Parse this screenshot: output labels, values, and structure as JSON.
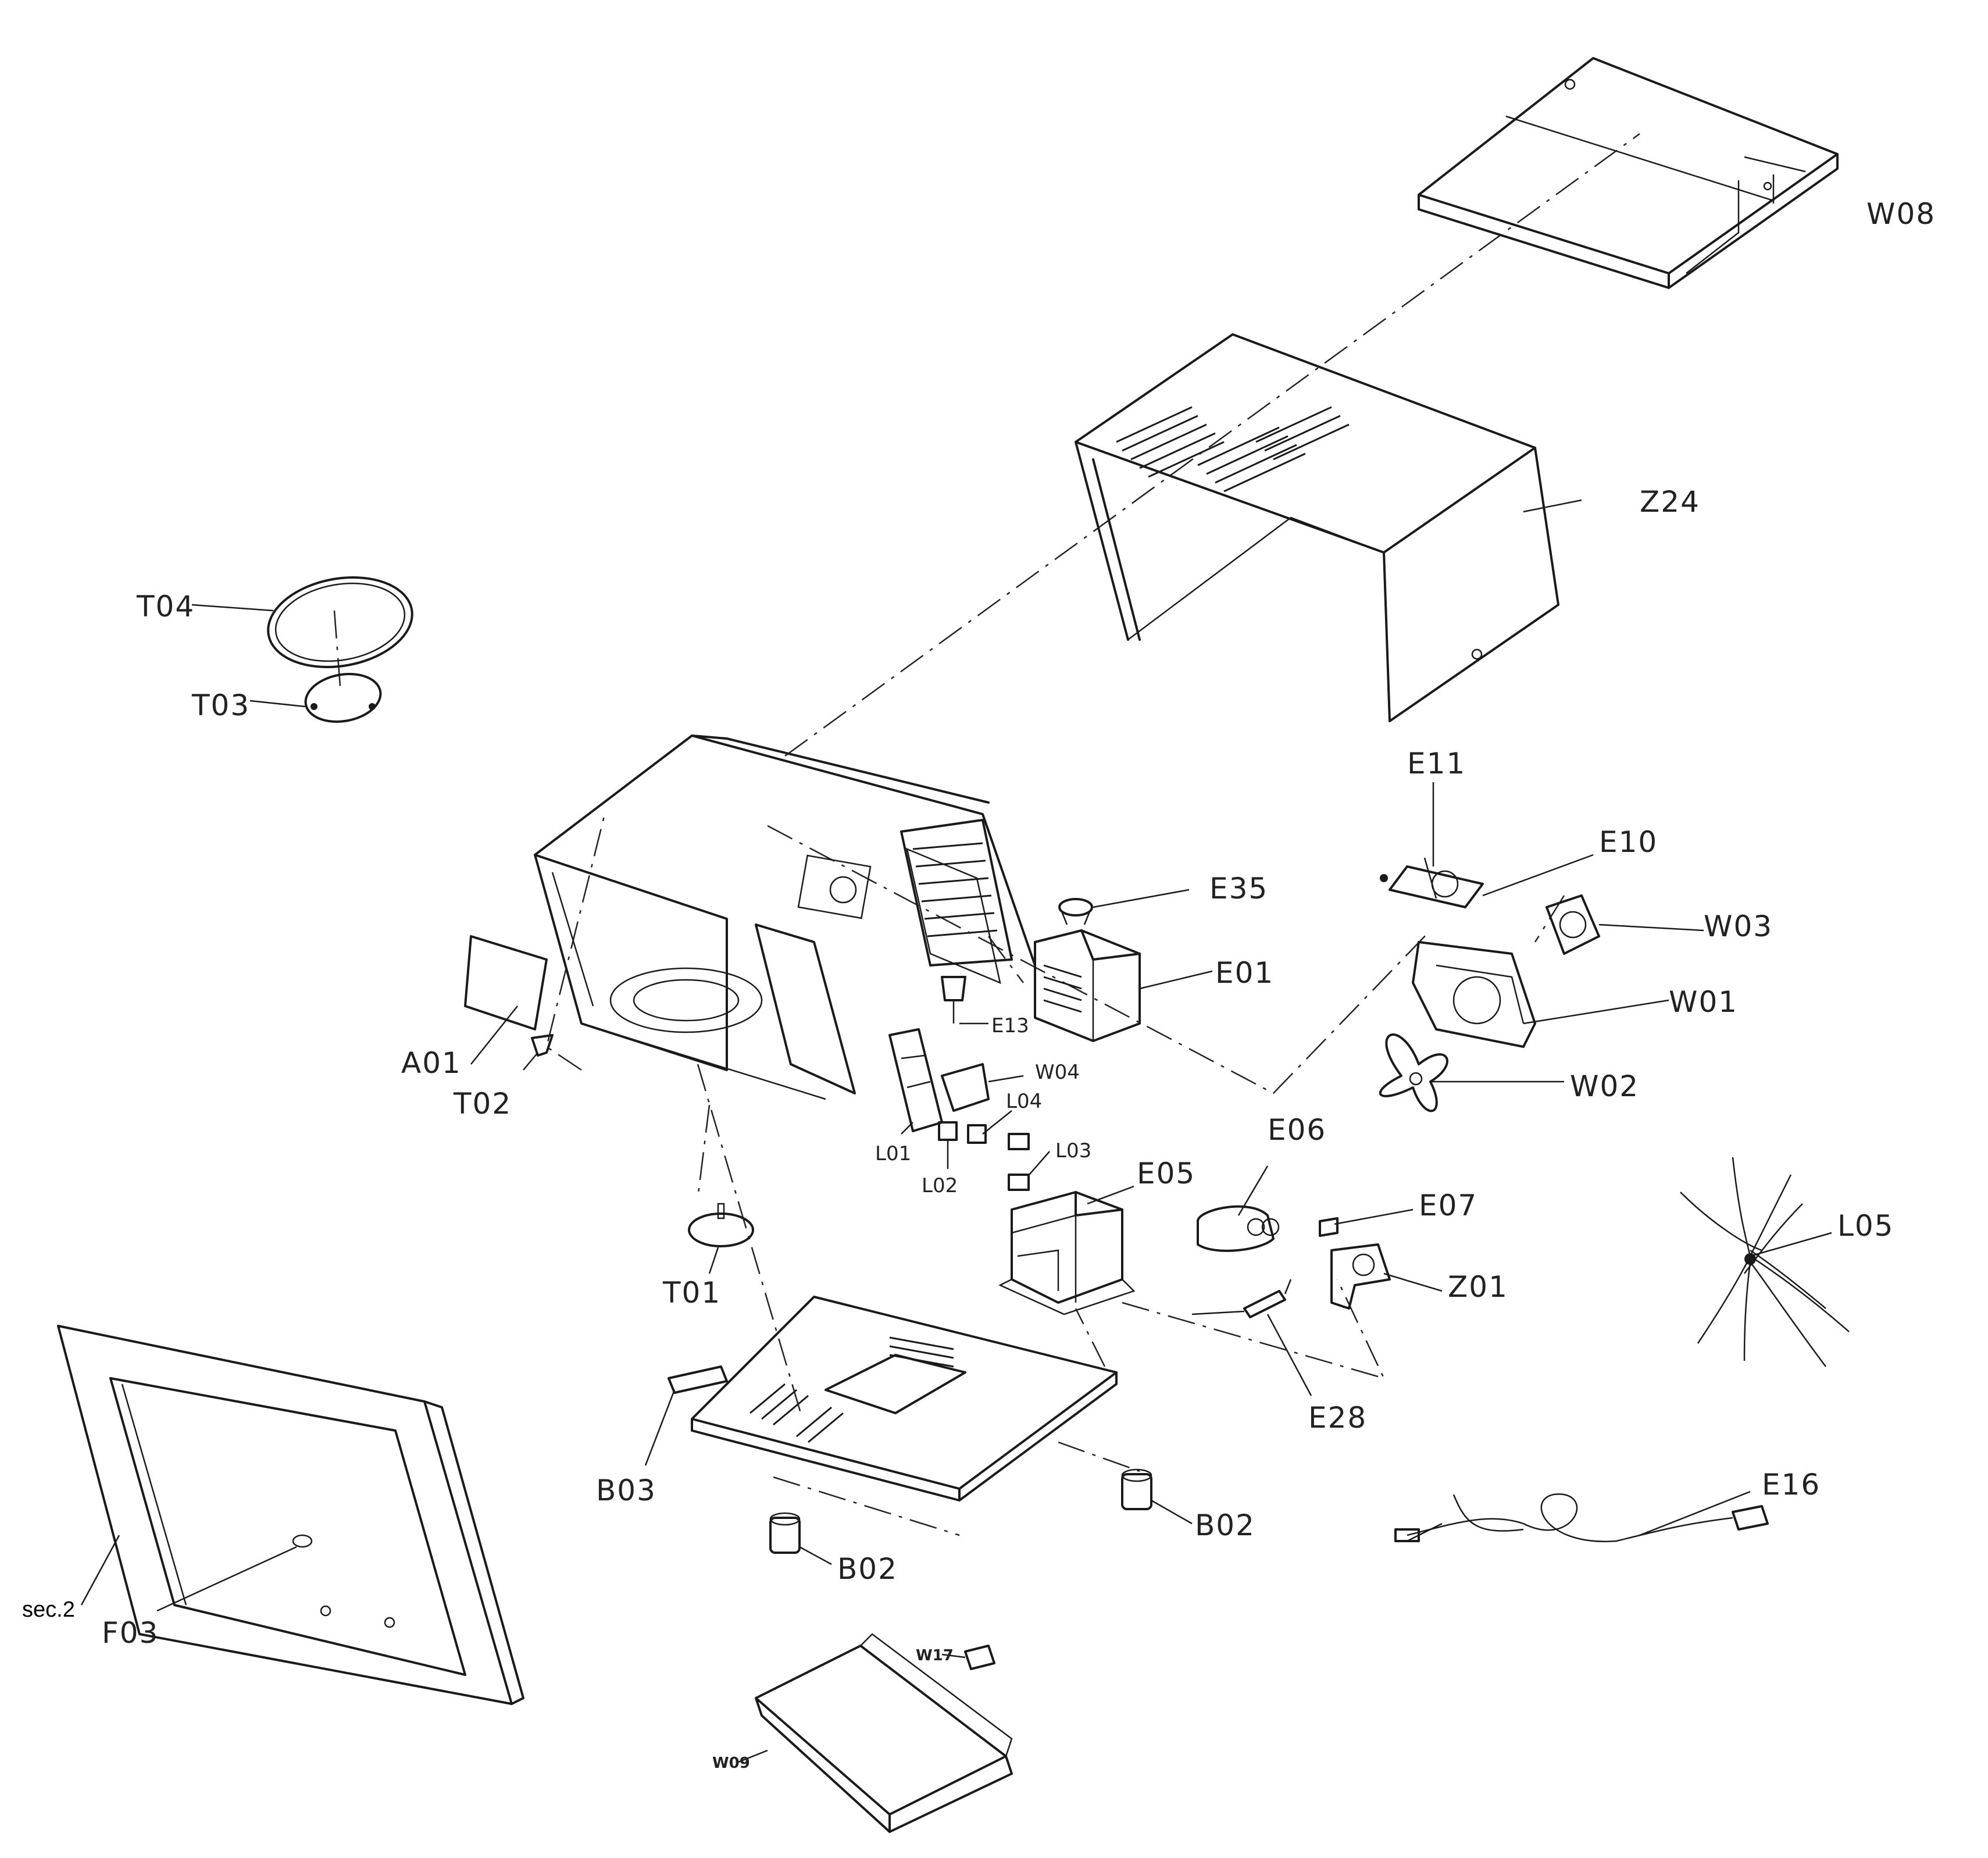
{
  "diagram": {
    "section_label": "sec.2",
    "parts": {
      "W08": "W08",
      "Z24": "Z24",
      "T04": "T04",
      "T03": "T03",
      "E11": "E11",
      "E10": "E10",
      "E35": "E35",
      "W03": "W03",
      "E01": "E01",
      "W01": "W01",
      "E13": "E13",
      "W04": "W04",
      "A01": "A01",
      "T02": "T02",
      "L04": "L04",
      "W02": "W02",
      "L01": "L01",
      "L03": "L03",
      "L02": "L02",
      "E06": "E06",
      "E05": "E05",
      "E07": "E07",
      "L05": "L05",
      "T01": "T01",
      "Z01": "Z01",
      "E28": "E28",
      "B03": "B03",
      "E16": "E16",
      "B02a": "B02",
      "B02b": "B02",
      "F03": "F03",
      "W17": "W17",
      "W09": "W09"
    }
  }
}
